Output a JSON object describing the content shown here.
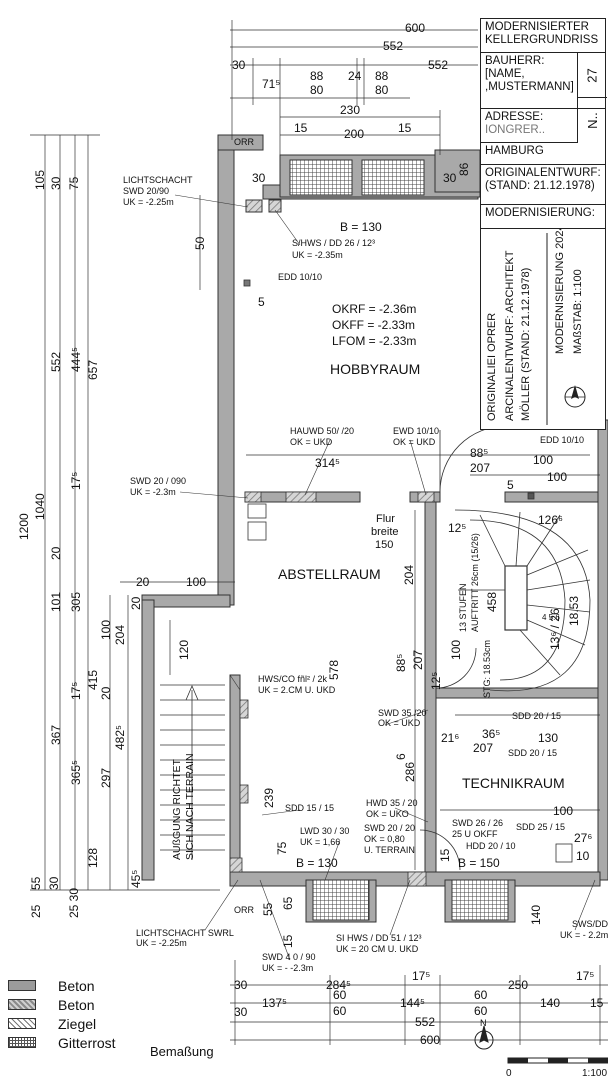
{
  "title_block": {
    "title_line1": "MODERNISIERTER",
    "title_line2": "KELLERGRUNDRISS",
    "bauherr_label": "BAUHERR:",
    "bauherr_line1": "[NAME,",
    "bauherr_line2": ",MUSTERMANN]",
    "sheet_number": "27",
    "sheet_prefix": "N..",
    "adresse_label": "ADRESSE:",
    "adresse_line1": "IONGRER..",
    "adresse_line2": "HAMBURG",
    "original_label": "ORIGINALENTWURF:",
    "original_date": "(STAND: 21.12.1978)",
    "modern_label": "MODERNISIERUNG:",
    "vert_1": "ORIGINALIEI OPRER",
    "vert_2": "ARCINALENTWURF: ARCHITEKT",
    "vert_3": "MÖLLER (STAND: 21.12.1978)",
    "vert_4": "MODERNISIERUNG 2024",
    "vert_5": "MAßSTAB: 1:100"
  },
  "rooms": {
    "hobby": "HOBBYRAUM",
    "abstell": "ABSTELLRAUM",
    "technik": "TECHNIKRAUM",
    "flur_1": "Flur",
    "flur_2": "breite",
    "flur_3": "150"
  },
  "levels": {
    "okrf": "OKRF = -2.36m",
    "okff": "OKFF = -2.33m",
    "lfom": "LFOM = -2.33m"
  },
  "annotations": {
    "orr_top": "ORR",
    "orr_bottom": "ORR",
    "lichtschacht_1": "LICHTSCHACHT",
    "lichtschacht_2": "SWD 20/90",
    "lichtschacht_3": "UK = -2.25m",
    "shws_1": "S/HWS / DD  26 / 12³",
    "shws_2": "UK = -2.35m",
    "b130_top": "B =   130",
    "edd_top": "EDD 10/10",
    "hauwd_1": "HAUWD  50/ /20",
    "hauwd_2": "OK = UKD",
    "ewd_1": "EWD 10/10",
    "ewd_2": "OK = UKD",
    "edd_right": "EDD 10/10",
    "swd_090_1": "SWD 20 / 090",
    "swd_090_2": "UK = -2.3m",
    "hwsco_1": "HWS/CO fñl² / 2k",
    "hwsco_2": "UK = 2.CM U. UKD",
    "swd3520_1": "SWD   35 /20",
    "swd3520_2": "OK = UKD",
    "sdd2015_a": "SDD 20 / 15",
    "sdd2015_b": "SDD 20 / 15",
    "stufen_1": "13 STUFEN",
    "stufen_2": "AUFTRITT 26cm (15/26)",
    "stg": "STG: 18.53cm",
    "sdd1515": "SDD  15 / 15",
    "hwd_1": "HWD   35 / 20",
    "hwd_2": "OK = UKO",
    "lwd_1": "LWD   30 / 30",
    "lwd_2": "UK = 1,66",
    "swd2020_1": "SWD   20 / 20",
    "swd2020_2": "OK = 0,80",
    "swd2020_3": "U. TERRAIN",
    "swd2626_1": "SWD 26 / 26",
    "swd2626_2": "25 U OKFF",
    "hdd_1": "HDD 20 / 10",
    "sdd2515": "SDD 25 / 15",
    "b130_bot": "B =  130",
    "b150_bot": "B = 150",
    "sws_1": "SWS/DD",
    "sws_2": "UK = - 2.2m",
    "ls_swrl_1": "LICHTSCHACHT SWRL",
    "ls_swrl_2": "UK = -2.25m",
    "swd4090_1": "SWD   4 0 / 90",
    "swd4090_2": "UK = - -2.3m",
    "shws_bot_1": "SI HWS / DD 51 / 12³",
    "shws_bot_2": "UK = 20 CM U. UKD",
    "stair_1": "AUßGUNG RICHTET",
    "stair_2": "SICH NACH TERRAIN"
  },
  "dims": {
    "top_600": "600",
    "top_552": "552",
    "r3_30": "30",
    "r3_715": "71⁵",
    "r3_88a": "88",
    "r3_24": "24",
    "r3_88b": "88",
    "r3_80a": "80",
    "r3_80b": "80",
    "r3_552": "552",
    "d230": "230",
    "d15a": "15",
    "d200": "200",
    "d15b": "15",
    "d30_ls": "30",
    "d30_r": "30",
    "d86": "86",
    "v50": "50",
    "v5": "5",
    "d3145": "314⁵",
    "d885_top": "88⁵",
    "d207_top": "207",
    "d100_a": "100",
    "d100_b": "100",
    "d5_edd": "5",
    "d1265": "126⁶",
    "d125": "12⁵",
    "d204": "204",
    "d458": "458",
    "d1853": "18.53",
    "d1326": "13⁶ / 26",
    "d456": "4  5.6",
    "d578": "578",
    "d885_mid": "88⁵",
    "d207_mid": "207",
    "d100_mid": "100",
    "d125b": "12⁵",
    "d216": "21⁶",
    "d365": "36⁵",
    "d130": "130",
    "d207_tech": "207",
    "d6": "6",
    "d286": "286",
    "d100_tech": "100",
    "d276": "27⁶",
    "d10": "10",
    "d239": "239",
    "d75": "75",
    "d15_tech": "15",
    "d20l_a": "20",
    "d100_l": "100",
    "d120": "120",
    "d20_left": "20",
    "d55": "55",
    "d65": "65",
    "d15_bl": "15",
    "d140": "140",
    "l_1200": "1200",
    "l_1040": "1040",
    "l_105": "105",
    "l_30a": "30",
    "l_75a": "75",
    "l_552": "552",
    "l_4445": "444⁵",
    "l_657": "657",
    "l_175": "17⁵",
    "l_20": "20",
    "l_101": "101",
    "l_305": "305",
    "l_100": "100",
    "l_204": "204",
    "l_415": "415",
    "l_175b": "17⁵",
    "l_20b": "20",
    "l_367": "367",
    "l_4825": "482⁵",
    "l_3655": "365⁵",
    "l_297": "297",
    "l_128": "128",
    "l_455": "45⁵",
    "l_55": "55",
    "l_25": "25",
    "l_30b": "30",
    "l_2530": "25 30",
    "b_30a": "30",
    "b_2845": "284⁵",
    "b_175": "17⁵",
    "b_250": "250",
    "b_175b": "17⁵",
    "b_30b": "30",
    "b_1375": "137⁵",
    "b_60a": "60",
    "b_1445": "144⁵",
    "b_60b": "60",
    "b_140": "140",
    "b_15": "15",
    "b_60c": "60",
    "b_60d": "60",
    "b_552": "552",
    "b_600": "600"
  },
  "legend": {
    "beton_1": "Beton",
    "beton_2": "Beton",
    "ziegel": "Ziegel",
    "gitterrost": "Gitterrost"
  },
  "bemassung": "Bemaßung",
  "scale": {
    "north": "N",
    "zero": "0",
    "ratio": "1:100"
  }
}
